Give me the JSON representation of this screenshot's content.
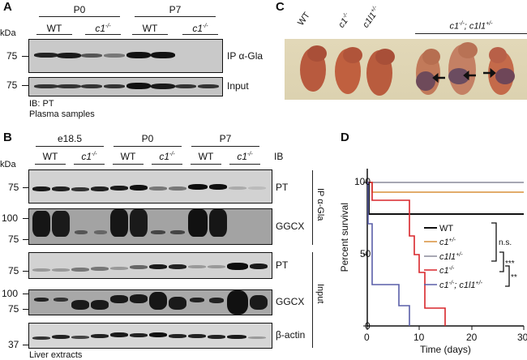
{
  "panels": {
    "A": {
      "label": "A",
      "groups": [
        "P0",
        "P7"
      ],
      "genotypes": [
        "WT",
        "c1-/-",
        "WT",
        "c1-/-"
      ],
      "genotype_sup": [
        "",
        "-/-",
        "",
        "-/-"
      ],
      "kda_label": "kDa",
      "markers": [
        "75",
        "75"
      ],
      "rows": [
        "IP α-Gla",
        "Input"
      ],
      "footer_1": "IB: PT",
      "footer_2": "Plasma samples"
    },
    "B": {
      "label": "B",
      "groups": [
        "e18.5",
        "P0",
        "P7"
      ],
      "genotypes": [
        "WT",
        "c1",
        "WT",
        "c1",
        "WT",
        "c1"
      ],
      "genotype_sup": [
        "",
        "-/-",
        "",
        "-/-",
        "",
        "-/-"
      ],
      "ib_header": "IB",
      "kda_label": "kDa",
      "rows": [
        "PT",
        "GGCX",
        "PT",
        "GGCX",
        "β-actin"
      ],
      "markers": {
        "pt_ip": [
          "75"
        ],
        "ggcx_ip": [
          "100",
          "75"
        ],
        "pt_input": [
          "75"
        ],
        "ggcx_input": [
          "100",
          "75"
        ],
        "actin": [
          "37"
        ]
      },
      "side_groups": [
        "IP α-Gla",
        "Input"
      ],
      "footer": "Liver extracts"
    },
    "C": {
      "label": "C",
      "pup_labels": [
        "WT",
        "c1-/-",
        "c1l1+/-"
      ],
      "group_label": "c1-/-; c1l1+/-",
      "arrows": [
        "left",
        "left",
        "right"
      ]
    },
    "D": {
      "label": "D"
    }
  },
  "chart_data": {
    "type": "line",
    "subtype": "kaplan-meier step",
    "title": "",
    "xlabel": "Time (days)",
    "ylabel": "Percent survival",
    "xlim": [
      0,
      30
    ],
    "ylim": [
      0,
      100
    ],
    "xticks": [
      0,
      10,
      20,
      30
    ],
    "yticks": [
      0,
      50,
      100
    ],
    "legend_position": "inside-right",
    "series": [
      {
        "name": "WT",
        "color": "#111111",
        "x": [
          0,
          0.3,
          0.3,
          30
        ],
        "y": [
          100,
          100,
          78,
          78
        ]
      },
      {
        "name": "c1+/-",
        "color": "#d9913a",
        "x": [
          0,
          1,
          1,
          30
        ],
        "y": [
          100,
          100,
          93,
          93
        ]
      },
      {
        "name": "c1l1+/-",
        "color": "#8a8a9a",
        "x": [
          0,
          30
        ],
        "y": [
          100,
          100
        ]
      },
      {
        "name": "c1-/-",
        "color": "#d8262b",
        "x": [
          0,
          1,
          1,
          8,
          8,
          9,
          9,
          10,
          10,
          11,
          11,
          15,
          15
        ],
        "y": [
          100,
          100,
          87.5,
          87.5,
          62.5,
          62.5,
          50,
          50,
          37.5,
          37.5,
          12.5,
          12.5,
          0
        ]
      },
      {
        "name": "c1-/-; c1l1+/-",
        "color": "#5a5fa8",
        "x": [
          0,
          0.2,
          0.2,
          1,
          1,
          6,
          6,
          8,
          8
        ],
        "y": [
          100,
          100,
          71.4,
          71.4,
          28.6,
          28.6,
          14.3,
          14.3,
          0
        ]
      }
    ],
    "annotations": [
      {
        "text": "n.s.",
        "between": [
          "WT",
          "c1l1+/-"
        ]
      },
      {
        "text": "***",
        "between": [
          "c1l1+/-",
          "c1-/-"
        ]
      },
      {
        "text": "**",
        "between": [
          "c1-/-",
          "c1-/-; c1l1+/-"
        ]
      }
    ]
  },
  "legend": [
    {
      "name": "WT",
      "base": "WT",
      "sup": "",
      "tail": "",
      "italic": false
    },
    {
      "name": "c1+/-",
      "base": "c1",
      "sup": "+/-",
      "tail": "",
      "italic": true
    },
    {
      "name": "c1l1+/-",
      "base": "c1l1",
      "sup": "+/-",
      "tail": "",
      "italic": true
    },
    {
      "name": "c1-/-",
      "base": "c1",
      "sup": "-/-",
      "tail": "",
      "italic": true
    },
    {
      "name": "c1-/-; c1l1+/-",
      "base": "c1",
      "sup": "-/-",
      "tail": "; c1l1",
      "sup2": "+/-",
      "italic": true
    }
  ],
  "significance": [
    "n.s.",
    "***",
    "**"
  ],
  "axis": {
    "xlabel": "Time (days)",
    "ylabel": "Percent survival",
    "xticks": [
      "0",
      "10",
      "20",
      "30"
    ],
    "yticks": [
      "0",
      "50",
      "100"
    ]
  }
}
